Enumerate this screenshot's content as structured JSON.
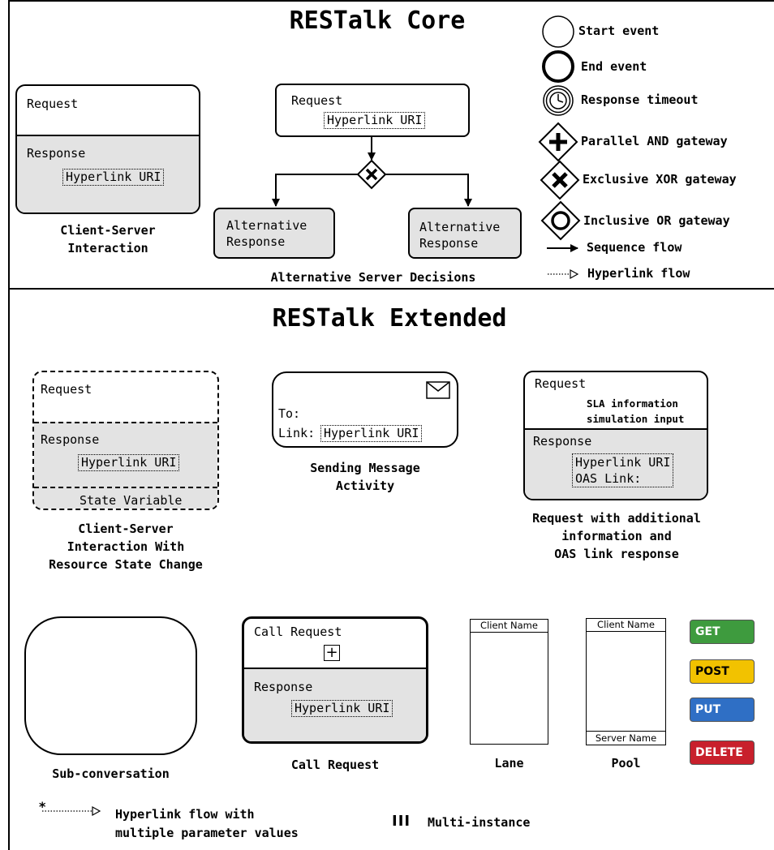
{
  "core": {
    "title": "RESTalk Core",
    "client_server": {
      "request": "Request",
      "response": "Response",
      "uri": "Hyperlink URI",
      "caption": "Client-Server\nInteraction"
    },
    "alternative": {
      "request": "Request",
      "uri": "Hyperlink URI",
      "alt_left": "Alternative\nResponse",
      "alt_right": "Alternative\nResponse",
      "caption": "Alternative Server Decisions"
    },
    "legend": {
      "start_event": "Start event",
      "end_event": "End event",
      "response_timeout": "Response timeout",
      "and_gateway": "Parallel AND gateway",
      "xor_gateway": "Exclusive XOR gateway",
      "or_gateway": "Inclusive OR gateway",
      "sequence_flow": "Sequence flow",
      "hyperlink_flow": "Hyperlink flow"
    }
  },
  "extended": {
    "title": "RESTalk Extended",
    "state_change": {
      "request": "Request",
      "response": "Response",
      "uri": "Hyperlink URI",
      "state_variable": "State Variable",
      "caption": "Client-Server\nInteraction With\nResource State Change"
    },
    "message": {
      "to": "To:",
      "link": "Link:",
      "uri": "Hyperlink URI",
      "caption": "Sending Message\nActivity"
    },
    "additional": {
      "request": "Request",
      "info": "SLA information\nsimulation input",
      "response": "Response",
      "uri_lines": "Hyperlink URI\nOAS Link:",
      "caption": "Request with additional\ninformation and\nOAS link response"
    },
    "sub_conversation": {
      "caption": "Sub-conversation"
    },
    "call_request": {
      "request": "Call Request",
      "plus": "+",
      "response": "Response",
      "uri": "Hyperlink URI",
      "caption": "Call Request"
    },
    "lane": {
      "header": "Client Name",
      "caption": "Lane"
    },
    "pool": {
      "header": "Client Name",
      "footer": "Server Name",
      "caption": "Pool"
    },
    "methods": [
      "GET",
      "POST",
      "PUT",
      "DELETE"
    ],
    "multi_param": {
      "star": "*",
      "label": "Hyperlink flow with\nmultiple parameter values"
    },
    "multi_instance": {
      "symbol": "III",
      "label": "Multi-instance"
    }
  },
  "colors": {
    "get": "#3e9b3e",
    "post": "#f2c200",
    "put": "#2f6fc5",
    "delete": "#c8202c",
    "fill_gray": "#e3e3e3"
  }
}
